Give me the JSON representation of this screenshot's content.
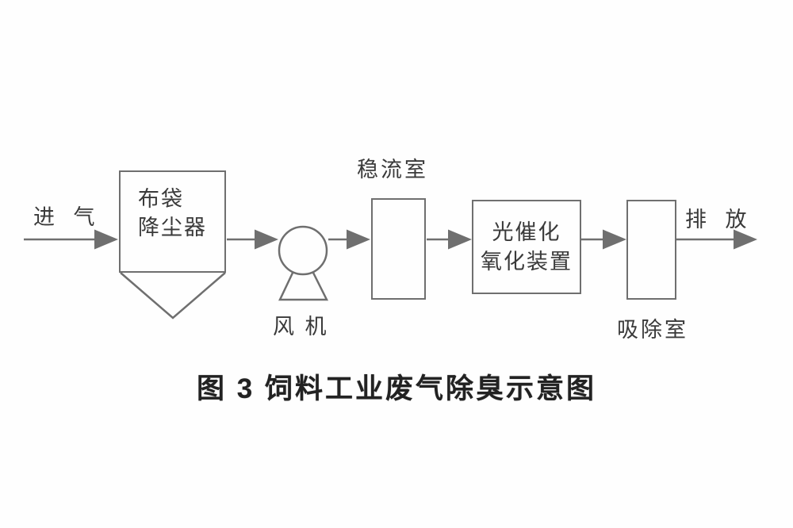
{
  "diagram": {
    "inlet_label": "进 气",
    "bag_collector": {
      "line1": "布袋",
      "line2": "降尘器"
    },
    "fan_label": "风 机",
    "stabilizer_label": "稳流室",
    "photocatalytic": {
      "line1": "光催化",
      "line2": "氧化装置"
    },
    "absorber_label": "吸除室",
    "outlet_label": "排 放",
    "caption": "图 3  饲料工业废气除臭示意图",
    "colors": {
      "line": "#6f6f6f",
      "text": "#3a3a3a",
      "caption": "#222222",
      "background": "#fefefe"
    }
  }
}
